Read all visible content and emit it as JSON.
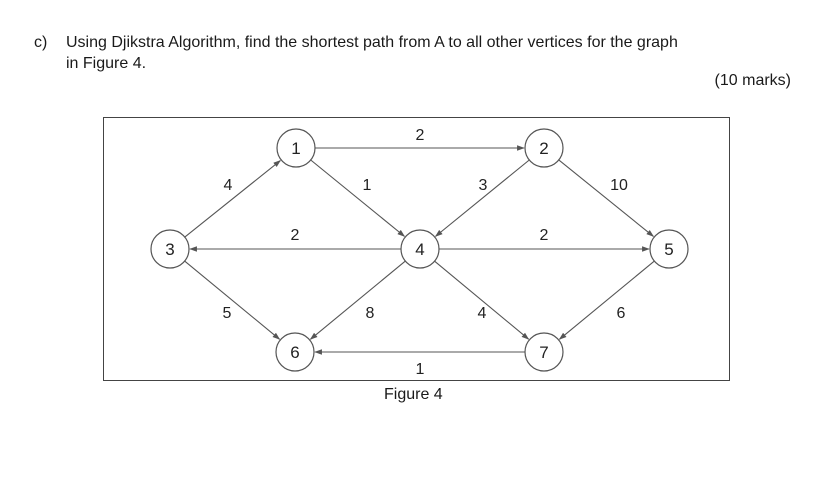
{
  "question": {
    "label": "c)",
    "line1": "Using Djikstra Algorithm, find the shortest path from A to all other vertices for the graph",
    "line2": "in Figure 4.",
    "marks": "(10 marks)"
  },
  "figure": {
    "caption": "Figure 4",
    "nodes": [
      {
        "id": "1",
        "label": "1"
      },
      {
        "id": "2",
        "label": "2"
      },
      {
        "id": "3",
        "label": "3"
      },
      {
        "id": "4",
        "label": "4"
      },
      {
        "id": "5",
        "label": "5"
      },
      {
        "id": "6",
        "label": "6"
      },
      {
        "id": "7",
        "label": "7"
      }
    ],
    "edges": [
      {
        "from": "1",
        "to": "2",
        "weight": "2"
      },
      {
        "from": "3",
        "to": "1",
        "weight": "4"
      },
      {
        "from": "1",
        "to": "4",
        "weight": "1"
      },
      {
        "from": "2",
        "to": "4",
        "weight": "3"
      },
      {
        "from": "2",
        "to": "5",
        "weight": "10"
      },
      {
        "from": "4",
        "to": "3",
        "weight": "2"
      },
      {
        "from": "4",
        "to": "5",
        "weight": "2"
      },
      {
        "from": "3",
        "to": "6",
        "weight": "5"
      },
      {
        "from": "4",
        "to": "6",
        "weight": "8"
      },
      {
        "from": "4",
        "to": "7",
        "weight": "4"
      },
      {
        "from": "5",
        "to": "7",
        "weight": "6"
      },
      {
        "from": "7",
        "to": "6",
        "weight": "1"
      }
    ]
  }
}
